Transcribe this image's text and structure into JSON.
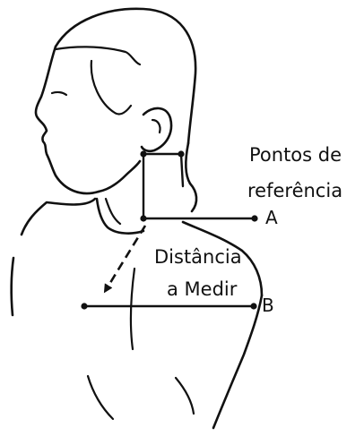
{
  "labels": {
    "reference_line1": "Pontos de",
    "reference_line2": "referência",
    "point_a": "A",
    "point_b": "B",
    "distance_line1": "Distância",
    "distance_line2": "a Medir"
  }
}
